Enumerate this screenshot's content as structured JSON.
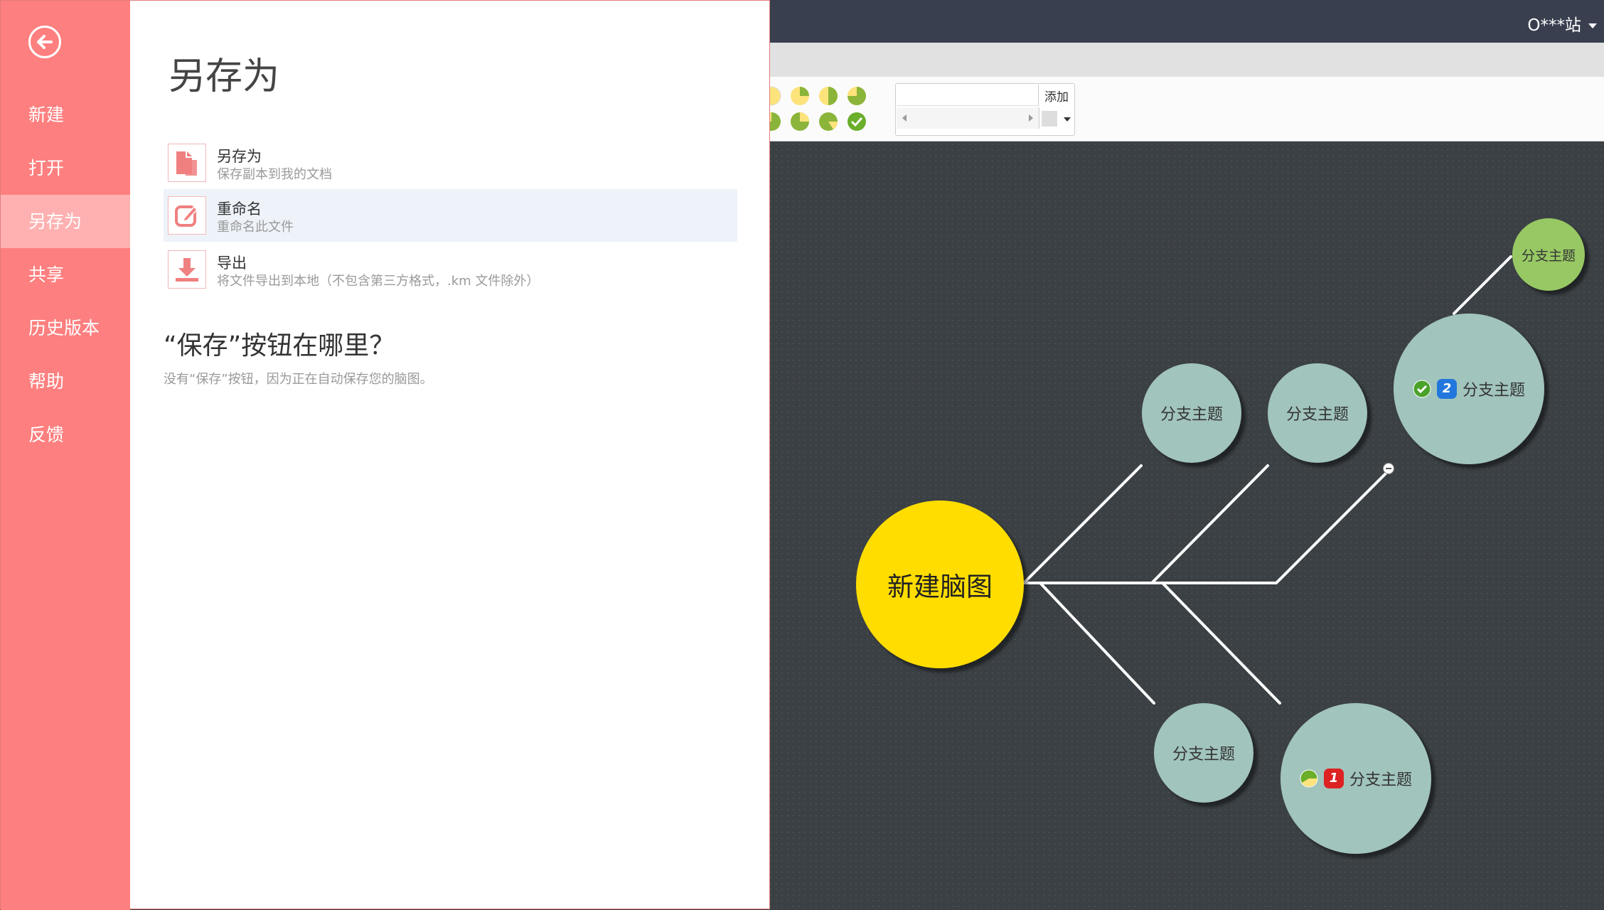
{
  "header": {
    "user_name": "O***站"
  },
  "toolbar": {
    "add_label": "添加",
    "resource_placeholder": "",
    "progress_icons": [
      "progress-0-icon",
      "progress-1-icon",
      "progress-2-icon",
      "progress-3-icon",
      "progress-4-icon",
      "progress-5-icon",
      "progress-6-icon",
      "progress-done-icon"
    ]
  },
  "mindmap": {
    "root": "新建脑图",
    "branches": [
      {
        "label": "分支主题"
      },
      {
        "label": "分支主题"
      },
      {
        "label": "分支主题",
        "priority": "2",
        "progress_icon": "check-icon"
      },
      {
        "label": "分支主题"
      },
      {
        "label": "分支主题",
        "priority": "1",
        "progress_icon": "progress-icon"
      },
      {
        "label": "分支主题"
      }
    ]
  },
  "file_menu": {
    "nav": [
      {
        "label": "新建"
      },
      {
        "label": "打开"
      },
      {
        "label": "另存为",
        "active": true
      },
      {
        "label": "共享"
      },
      {
        "label": "历史版本"
      },
      {
        "label": "帮助"
      },
      {
        "label": "反馈"
      }
    ],
    "title": "另存为",
    "options": [
      {
        "title": "另存为",
        "desc": "保存副本到我的文档",
        "icon": "copy-document-icon"
      },
      {
        "title": "重命名",
        "desc": "重命名此文件",
        "icon": "rename-edit-icon"
      },
      {
        "title": "导出",
        "desc": "将文件导出到本地（不包含第三方格式，.km 文件除外）",
        "icon": "download-icon"
      }
    ],
    "save_question": "“保存”按钮在哪里？",
    "save_answer": "没有“保存”按钮，因为正在自动保存您的脑图。"
  },
  "colors": {
    "accent": "#fe7f7f",
    "accent_active": "#ffb1b1",
    "root_node": "#ffdd00",
    "branch_node": "#a1c4bd",
    "leaf_node": "#97c864",
    "canvas": "#3b4044",
    "topbar": "#393f4f"
  }
}
